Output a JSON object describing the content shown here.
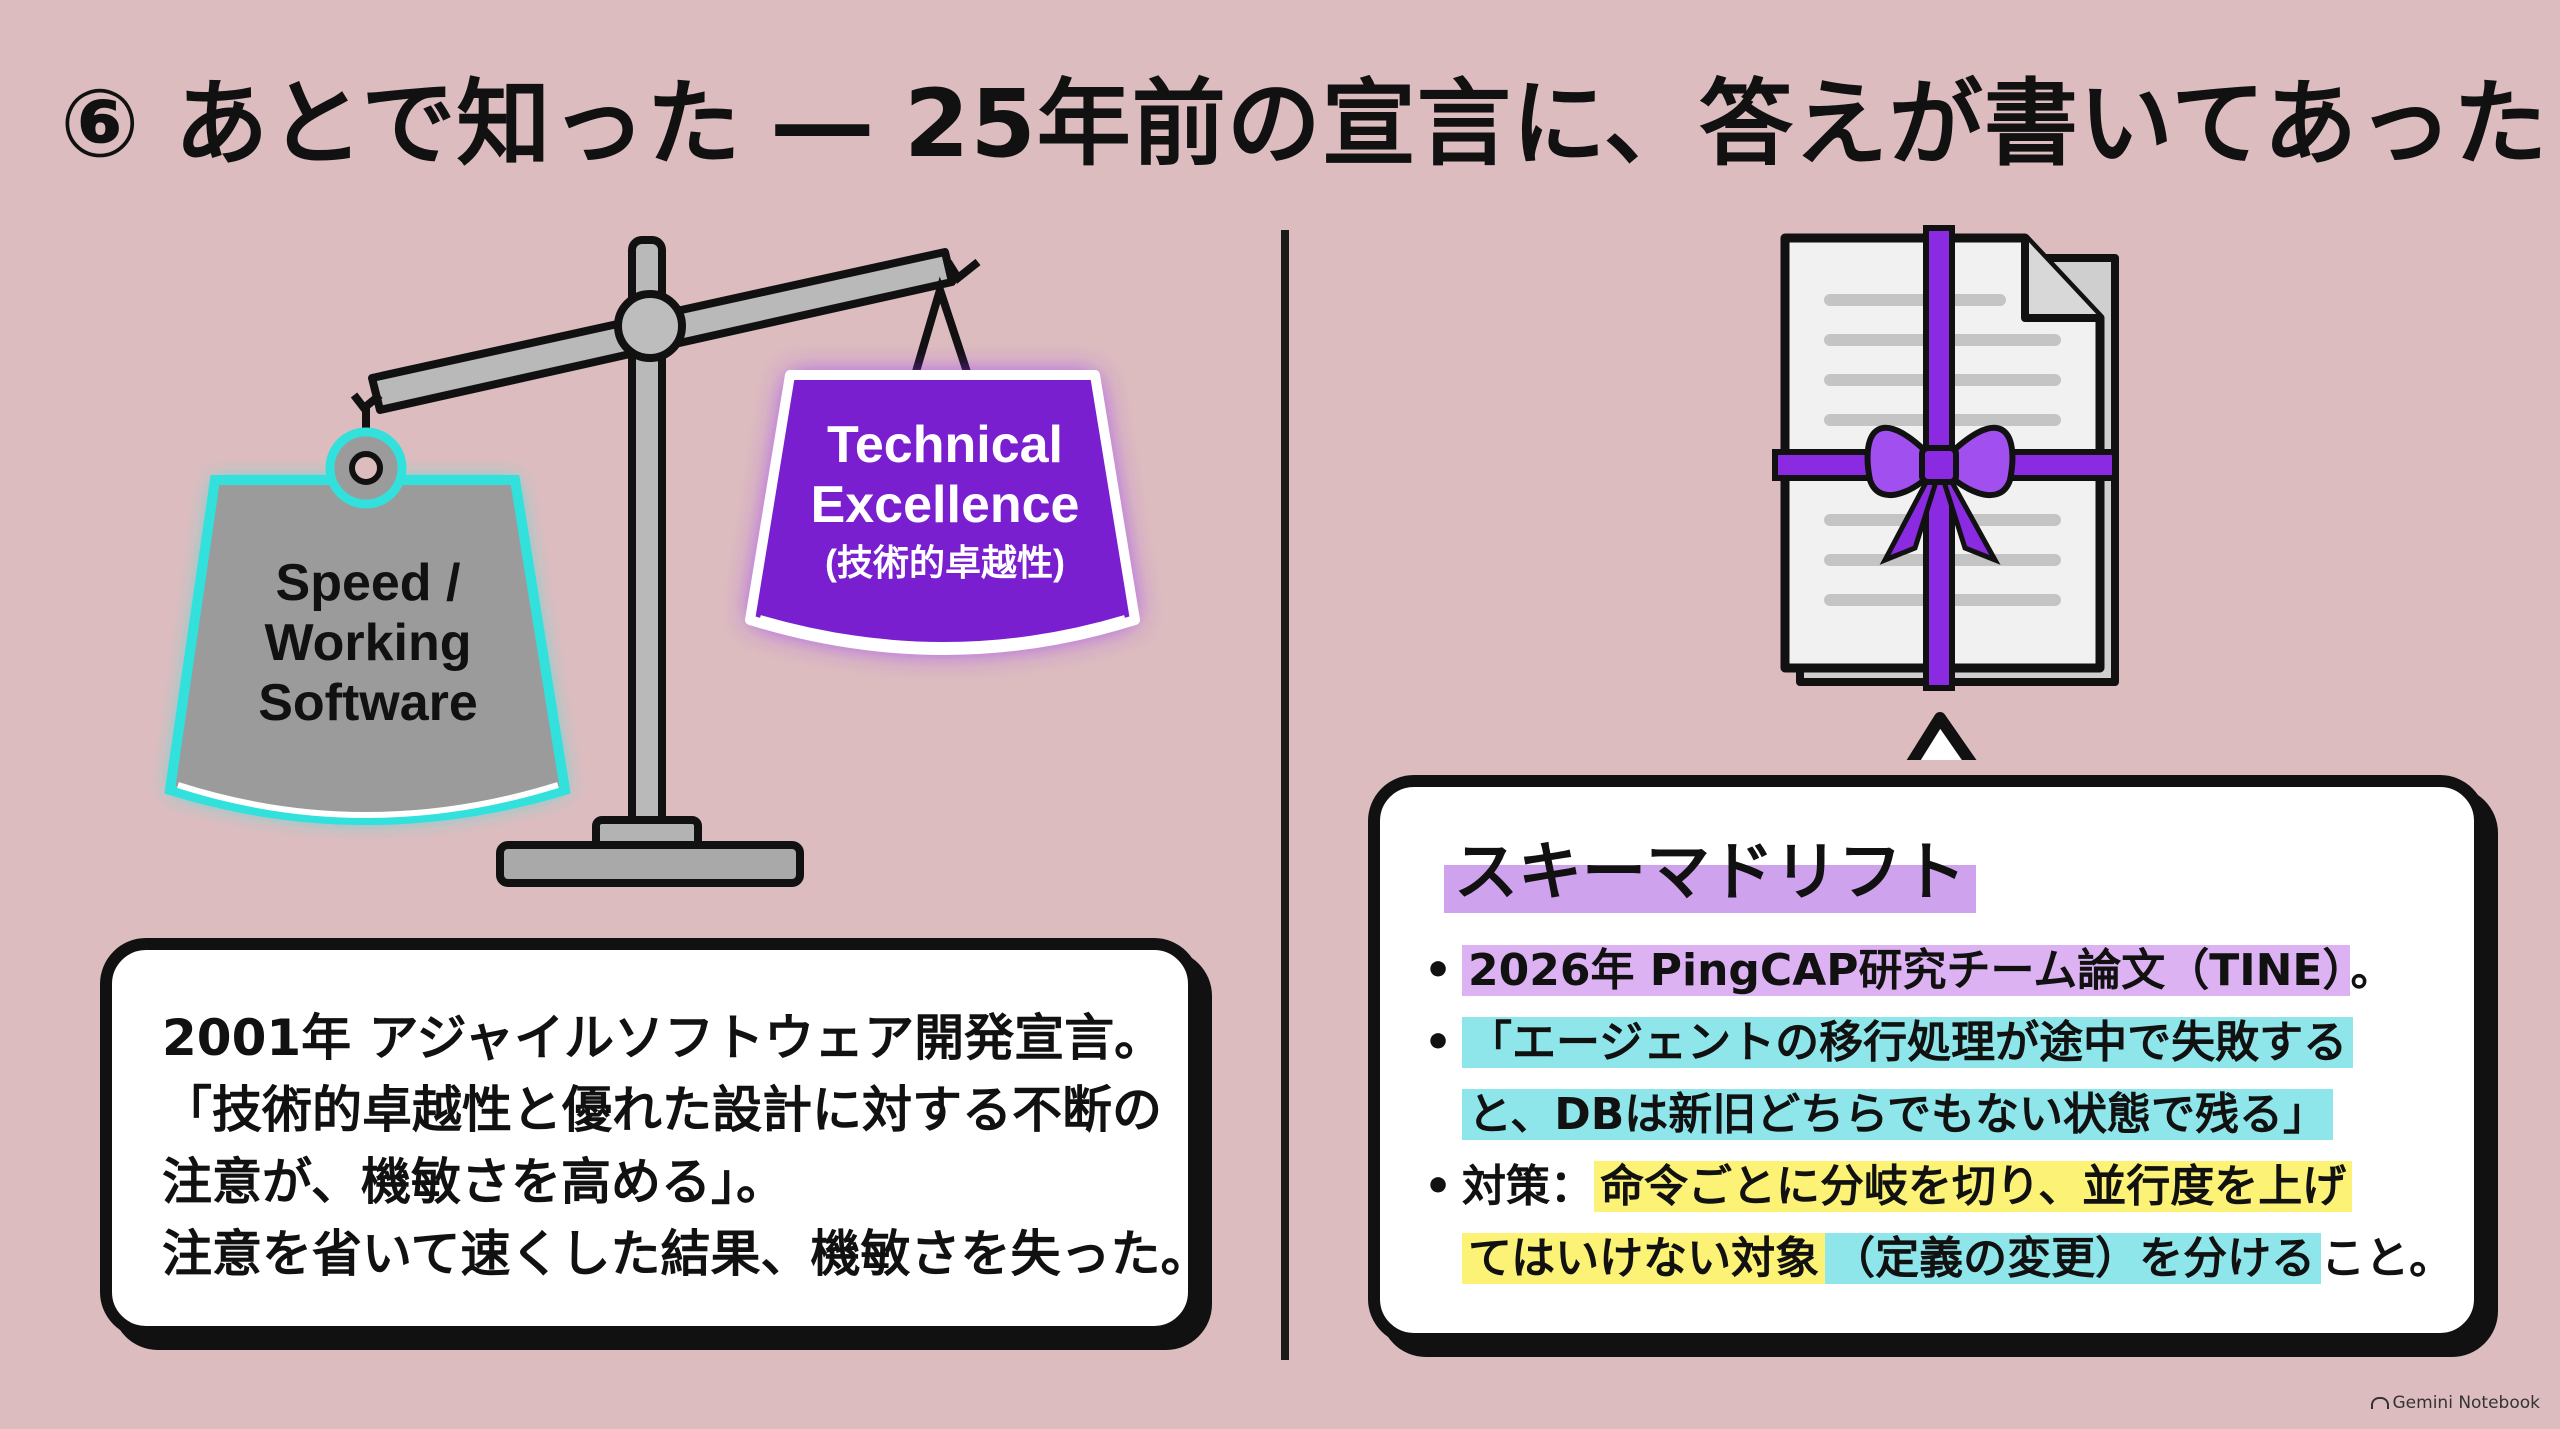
{
  "title": "⑥ あとで知った ― 25年前の宣言に、答えが書いてあった",
  "scale": {
    "left_weight": [
      "Speed /",
      "Working",
      "Software"
    ],
    "right_weight": [
      "Technical",
      "Excellence",
      "(技術的卓越性)"
    ]
  },
  "manifesto": {
    "lines": [
      "2001年 アジャイルソフトウェア開発宣言。",
      "「技術的卓越性と優れた設計に対する不断の",
      "注意が、機敏さを高める」。",
      "注意を省いて速くした結果、機敏さを失った。"
    ]
  },
  "bubble": {
    "title": "スキーマドリフト",
    "b1": "2026年 PingCAP研究チーム論文（TINE）",
    "b1_end": "。",
    "b2_l1": "「エージェントの移行処理が途中で失敗する",
    "b2_l2": "と、DBは新旧どちらでもない状態で残る」",
    "b3_prefix": "対策：",
    "b3_l1": "命令ごとに分岐を切り、並行度を上げ",
    "b3_l2a": "てはいけない対象",
    "b3_l2b": "（定義の変更）を分ける",
    "b3_l2c": "こと。"
  },
  "footer": "Gemini Notebook",
  "colors": {
    "background": "#dcbcbf",
    "cyan_glow": "#2ee6e0",
    "purple": "#8a2be2",
    "yellow": "#fcf276"
  }
}
